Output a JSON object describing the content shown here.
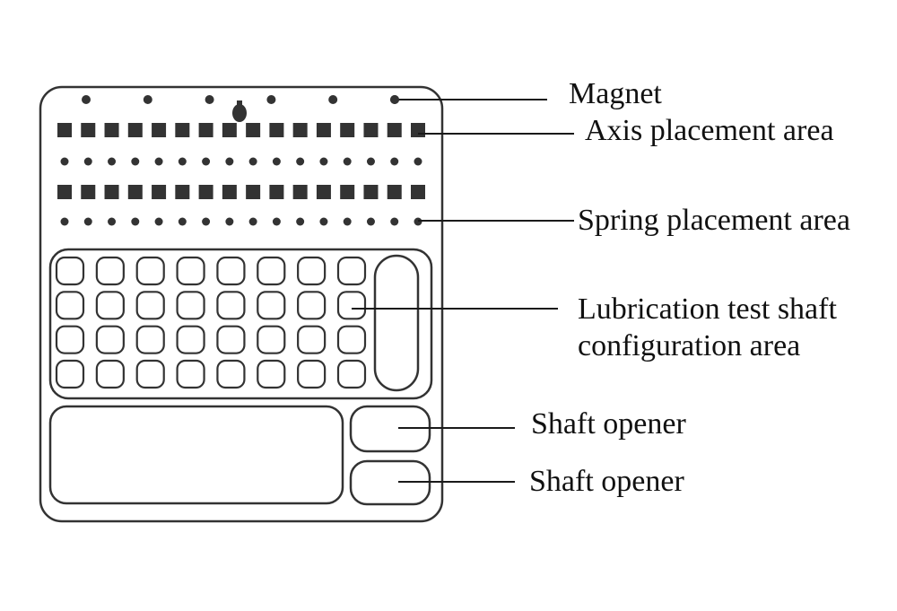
{
  "labels": {
    "magnet": "Magnet",
    "axis_area": "Axis placement area",
    "spring_area": "Spring placement area",
    "lube_line1": "Lubrication test shaft",
    "lube_line2": "configuration area",
    "opener_top": "Shaft opener",
    "opener_bottom": "Shaft opener"
  },
  "counts": {
    "magnets": 6,
    "axis_rows": 2,
    "axis_slots_per_row": 16,
    "spring_rows": 2,
    "spring_holes_per_row": 16,
    "lube_rows": 4,
    "lube_cols": 8
  },
  "colors": {
    "stroke": "#333333",
    "fill": "#333333",
    "leader": "#1a1a1a"
  }
}
